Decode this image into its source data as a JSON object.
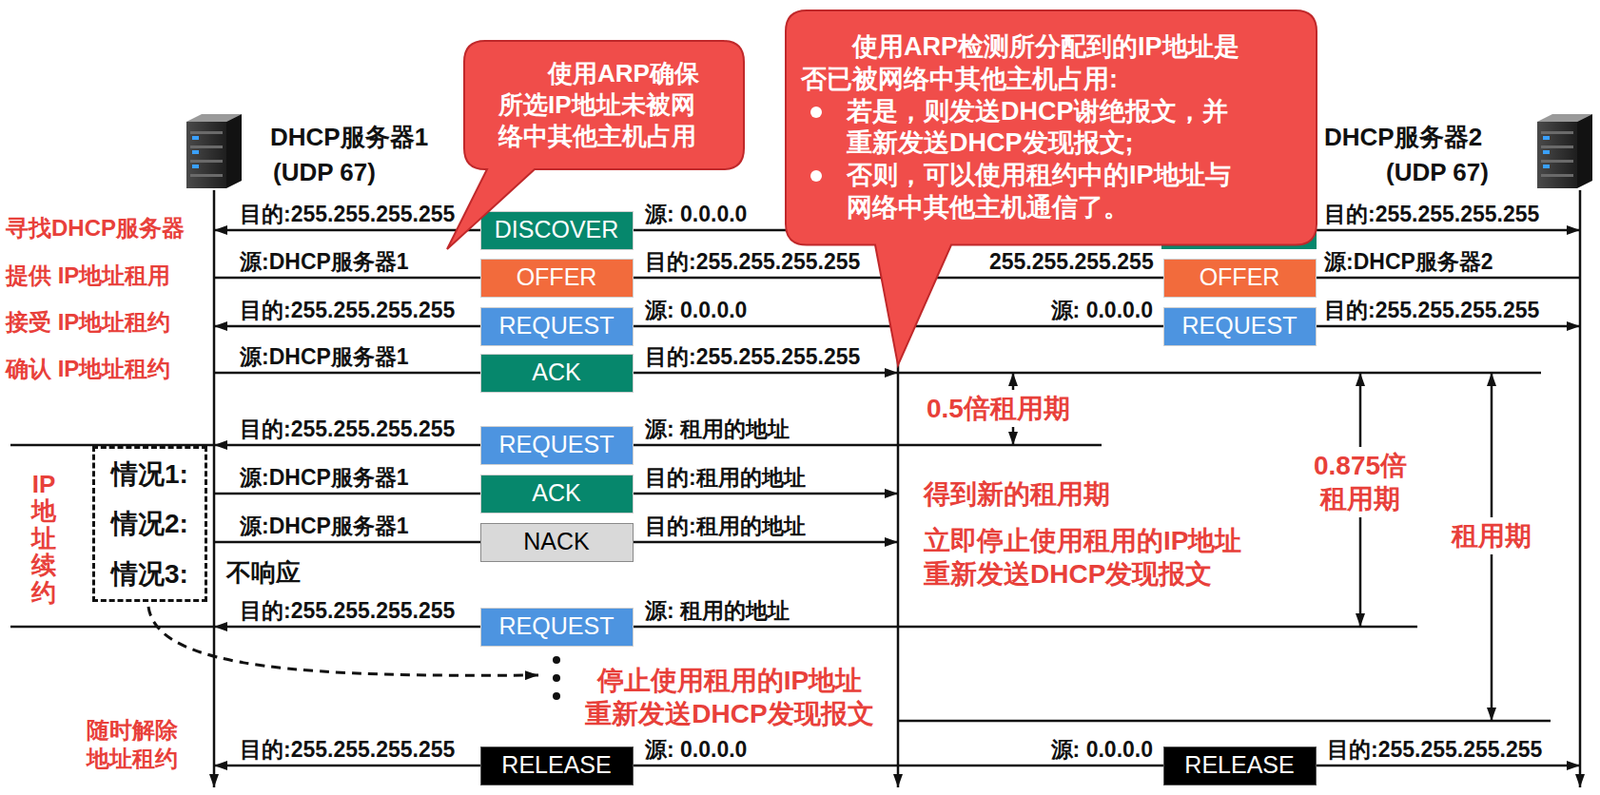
{
  "diagram": {
    "nodes": [
      {
        "text": [
          "使用ARP确保所选IP地址未被网络中其他主机占用"
        ]
      },
      {
        "text": [
          "使用ARP检测所分配到的IP地址是否已被网络中其他主机占用:",
          "若是，则发送DHCP谢绝报文，并重新发送DHCP发现报文;",
          "否则，可以使用租约中的IP地址与网络中其他主机通信了。"
        ]
      },
      {
        "text": [
          "DISCOVER"
        ]
      },
      {
        "text": [
          "OFFER"
        ]
      },
      {
        "text": [
          "OFFER"
        ]
      },
      {
        "text": [
          "REQUEST"
        ]
      },
      {
        "text": [
          "REQUEST"
        ]
      },
      {
        "text": [
          "ACK"
        ]
      },
      {
        "text": [
          "REQUEST"
        ]
      },
      {
        "text": [
          "情况1:",
          "情况2:",
          "情况3:"
        ]
      },
      {
        "text": [
          "ACK"
        ]
      },
      {
        "text": [
          "NACK"
        ]
      },
      {
        "text": [
          "REQUEST"
        ]
      },
      {
        "text": [
          "RELEASE"
        ]
      },
      {
        "text": [
          "RELEASE"
        ]
      }
    ],
    "labels": [
      "DHCP服务器1",
      "(UDP 67)",
      "DHCP服务器2",
      "(UDP 67)",
      "寻找DHCP服务器",
      "提供 IP地址租用",
      "接受 IP地址租约",
      "确认 IP地址租约",
      "IP地址续约",
      "随时解除 地址租约",
      "目的:255.255.255.255",
      "源: 0.0.0.0",
      "目的:255.255.255.255",
      "源:DHCP服务器1",
      "目的:255.255.255.255",
      "255.255.255.255",
      "源:DHCP服务器2",
      "目的:255.255.255.255",
      "源: 0.0.0.0",
      "源: 0.0.0.0",
      "目的:255.255.255.255",
      "源:DHCP服务器1",
      "目的:255.255.255.255",
      "目的:255.255.255.255",
      "源: 租用的地址",
      "源:DHCP服务器1",
      "目的:租用的地址",
      "源:DHCP服务器1",
      "目的:租用的地址",
      "不响应",
      "目的:255.255.255.255",
      "源: 租用的地址",
      "目的:255.255.255.255",
      "源: 0.0.0.0",
      "源: 0.0.0.0",
      "目的:255.255.255.255",
      "0.5倍租用期",
      "得到新的租用期",
      "立即停止使用租用的IP地址 重新发送DHCP发现报文",
      "0.875倍 租用期",
      "租用期",
      "停止使用租用的IP地址 重新发送DHCP发现报文"
    ]
  }
}
